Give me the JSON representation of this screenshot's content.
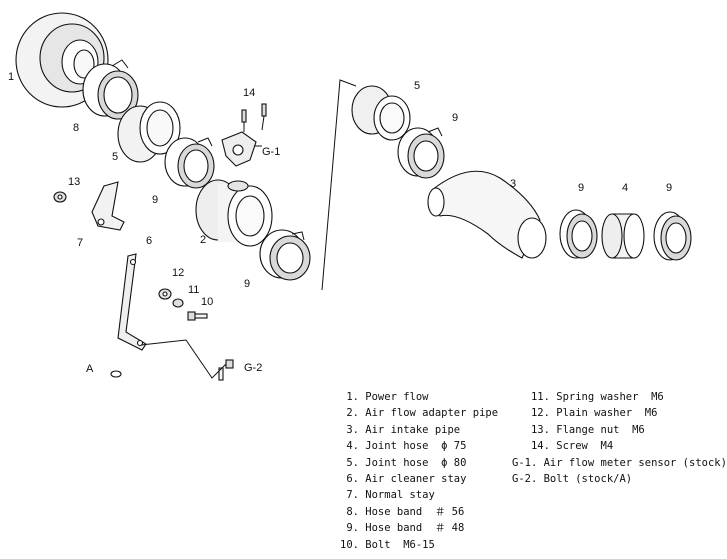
{
  "callouts": {
    "c1": "1",
    "c8": "8",
    "c5a": "5",
    "c9a": "9",
    "c2": "2",
    "c9b": "9",
    "c14": "14",
    "cg1": "G-1",
    "c13": "13",
    "c7": "7",
    "c6": "6",
    "c12": "12",
    "c11": "11",
    "c10": "10",
    "cA": "A",
    "cg2": "G-2",
    "c5b": "5",
    "c9c": "9",
    "c3": "3",
    "c9d": "9",
    "c4": "4",
    "c9e": "9"
  },
  "parts_left": [
    " 1. Power flow",
    " 2. Air flow adapter pipe",
    " 3. Air intake pipe",
    " 4. Joint hose  ϕ 75",
    " 5. Joint hose  ϕ 80",
    " 6. Air cleaner stay",
    " 7. Normal stay",
    " 8. Hose band  ＃ 56",
    " 9. Hose band  ＃ 48",
    "10. Bolt  M6-15"
  ],
  "parts_right": [
    "   11. Spring washer  M6",
    "   12. Plain washer  M6",
    "   13. Flange nut  M6",
    "   14. Screw  M4",
    "G-1. Air flow meter sensor (stock)",
    "G-2. Bolt (stock/A)"
  ]
}
